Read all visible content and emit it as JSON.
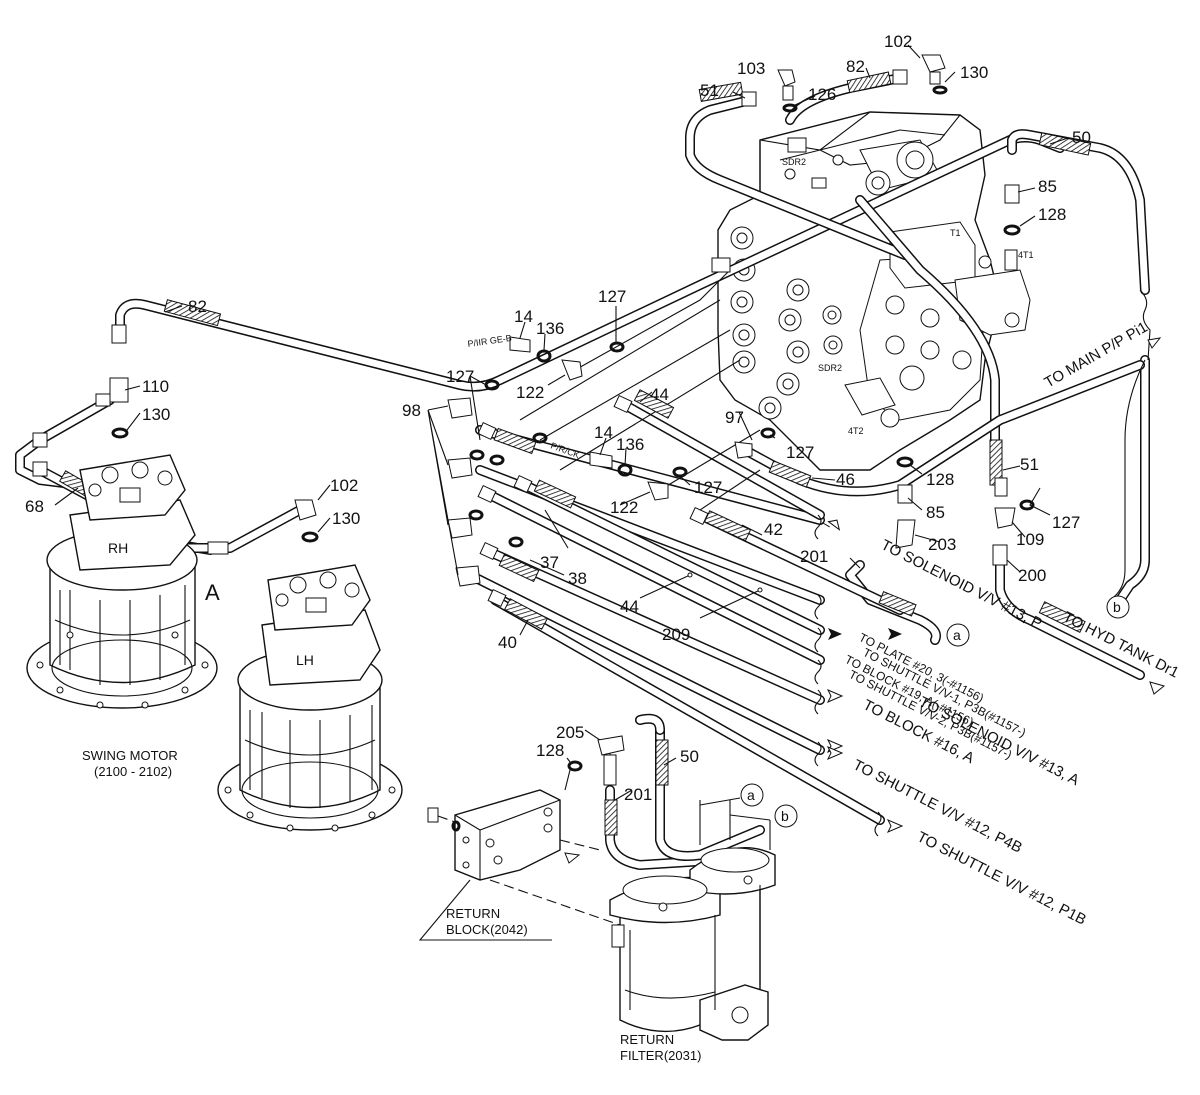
{
  "part_numbers": {
    "p103": "103",
    "p102_top": "102",
    "p82_top": "82",
    "p130_top": "130",
    "p51_top": "51",
    "p126": "126",
    "p50_right": "50",
    "p85_right": "85",
    "p128_right": "128",
    "p82_left": "82",
    "p110": "110",
    "p130_left": "130",
    "p68": "68",
    "p102_mid": "102",
    "p130_mid": "130",
    "p14_a": "14",
    "p136_a": "136",
    "p127_a": "127",
    "p127_b": "127",
    "p122_a": "122",
    "p44_a": "44",
    "p98": "98",
    "p14_b": "14",
    "p136_b": "136",
    "p122_b": "122",
    "p127_c": "127",
    "p97": "97",
    "p127_d": "127",
    "p46": "46",
    "p128_mid": "128",
    "p51_right": "51",
    "p85_mid": "85",
    "p127_e": "127",
    "p203": "203",
    "p109": "109",
    "p200": "200",
    "p42": "42",
    "p37": "37",
    "p38": "38",
    "p201_a": "201",
    "p44_b": "44",
    "p209": "209",
    "p40": "40",
    "p205": "205",
    "p128_low": "128",
    "p201_b": "201",
    "p50_low": "50"
  },
  "stamps": {
    "sdr2": "SDR2",
    "t1": "T1",
    "t4t1": "4T1",
    "sdr2_mid": "SDR2",
    "t4t2": "4T2",
    "rh": "RH",
    "lh": "LH"
  },
  "view_label": "A",
  "circle_markers": {
    "a1": "a",
    "b1": "b",
    "a2": "a",
    "b2": "b"
  },
  "destinations": {
    "main_pump": "TO MAIN P/P  Pi1",
    "solenoid_p": "TO SOLENOID V/V #13, P",
    "hyd_tank": "TO HYD TANK Dr1",
    "plate": "TO PLATE #20, 3(-#1156)",
    "shuttle_p3b_a": "TO SHUTTLE V/V-1, P3B(#1157-)",
    "block19": "TO BLOCK #19, A(-#1156)",
    "shuttle_p3b_b": "TO SHUTTLE V/V-2, P3B(#1157-)",
    "solenoid_a": "TO SOLENOID V/V #13, A",
    "block16": "TO BLOCK #16, A",
    "shuttle_p4b": "TO SHUTTLE V/V #12, P4B",
    "shuttle_p1b": "TO SHUTTLE V/V #12, P1B"
  },
  "captions": {
    "swing_motor_1": "SWING MOTOR",
    "swing_motor_2": "(2100 - 2102)",
    "return_block_1": "RETURN",
    "return_block_2": "BLOCK(2042)",
    "return_filter_1": "RETURN",
    "return_filter_2": "FILTER(2031)"
  }
}
